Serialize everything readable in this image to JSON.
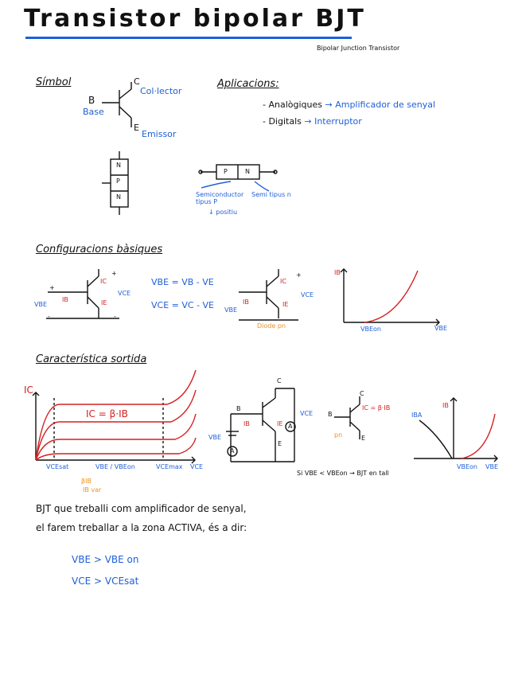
{
  "title": "Transistor bipolar BJT",
  "subtitle": "Bipolar Junction Transistor",
  "symbol": {
    "heading": "Símbol",
    "collector_letter": "C",
    "collector": "Col·lector",
    "base_letter": "B",
    "base": "Base",
    "emitter_letter": "E",
    "emitter": "Emissor",
    "npn": [
      "N",
      "P",
      "N"
    ]
  },
  "applications": {
    "heading": "Aplicacions:",
    "items": [
      {
        "label": "- Analògiques",
        "arrow": "→",
        "use": "Amplificador de senyal"
      },
      {
        "label": "- Digitals",
        "arrow": "→",
        "use": "Interruptor"
      }
    ]
  },
  "pn": {
    "p": "P",
    "n": "N",
    "p_note": "Semiconductor tipus P",
    "p_note2": "↓ positiu",
    "n_note": "Semi tipus n"
  },
  "config": {
    "heading": "Configuracions bàsiques",
    "eq1": "VBE = VB - VE",
    "eq2": "VCE = VC - VE",
    "vbe": "VBE",
    "vce": "VCE",
    "ib": "IB",
    "ic": "IC",
    "ie": "IE",
    "plus": "+",
    "minus": "-",
    "diode_note": "Diode pn",
    "graph_y": "IB",
    "graph_x": "VBE",
    "graph_tick": "VBEon"
  },
  "output": {
    "heading": "Característica sortida",
    "y_label": "IC",
    "equation": "IC = β·IB",
    "x_ticks": [
      "VCEsat",
      "VBE / VBEon",
      "VCEmax"
    ],
    "x_label": "VCE",
    "beta_note": "βIB",
    "beta_note2": "IB var",
    "circuit": {
      "c": "C",
      "b": "B",
      "e": "E",
      "vce": "VCE",
      "vbe": "VBE",
      "ib": "IB",
      "ie": "IE",
      "meter": "A"
    },
    "small_ic": "IC = β·IB",
    "small_pn": "pn",
    "small_b": "B",
    "small_c": "C",
    "small_e": "E",
    "graph2_y": "IB",
    "graph2_x": "VBE",
    "graph2_tick": "VBEon",
    "graph2_left": "IBA",
    "note": "Si VBE < VBEon → BJT en tall"
  },
  "conclusion": {
    "line1": "BJT que treballi com amplificador de senyal,",
    "line2": "el farem treballar a la zona ACTIVA, és a dir:",
    "cond1": "VBE > VBE on",
    "cond2": "VCE > VCEsat"
  },
  "colors": {
    "blue": "#1f5fd6",
    "red": "#d42020",
    "orange": "#f0901a",
    "ink": "#111111"
  }
}
